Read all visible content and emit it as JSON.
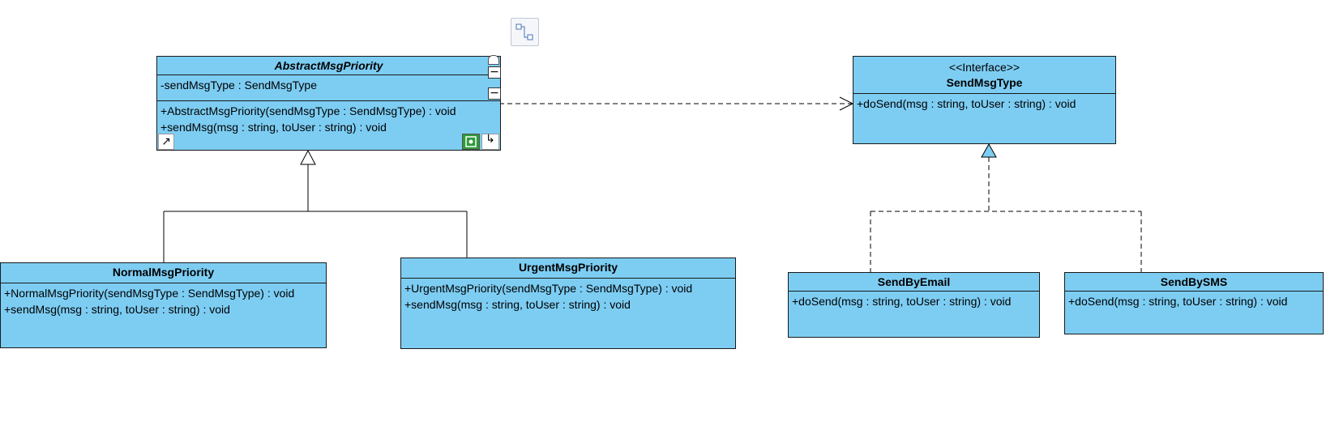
{
  "classes": {
    "abstract_msg_priority": {
      "name": "AbstractMsgPriority",
      "attributes": [
        "-sendMsgType : SendMsgType"
      ],
      "operations": [
        "+AbstractMsgPriority(sendMsgType : SendMsgType) : void",
        "+sendMsg(msg : string, toUser : string) : void"
      ]
    },
    "normal_msg_priority": {
      "name": "NormalMsgPriority",
      "operations": [
        "+NormalMsgPriority(sendMsgType : SendMsgType) : void",
        "+sendMsg(msg : string, toUser : string) : void"
      ]
    },
    "urgent_msg_priority": {
      "name": "UrgentMsgPriority",
      "operations": [
        "+UrgentMsgPriority(sendMsgType : SendMsgType) : void",
        "+sendMsg(msg : string, toUser : string) : void"
      ]
    },
    "send_msg_type": {
      "stereotype": "<<Interface>>",
      "name": "SendMsgType",
      "operations": [
        "+doSend(msg : string, toUser : string) : void"
      ]
    },
    "send_by_email": {
      "name": "SendByEmail",
      "operations": [
        "+doSend(msg : string, toUser : string) : void"
      ]
    },
    "send_by_sms": {
      "name": "SendBySMS",
      "operations": [
        "+doSend(msg : string, toUser : string) : void"
      ]
    }
  },
  "relationships": [
    {
      "type": "dependency",
      "from": "AbstractMsgPriority",
      "to": "SendMsgType"
    },
    {
      "type": "generalization",
      "from": "NormalMsgPriority",
      "to": "AbstractMsgPriority"
    },
    {
      "type": "generalization",
      "from": "UrgentMsgPriority",
      "to": "AbstractMsgPriority"
    },
    {
      "type": "realization",
      "from": "SendByEmail",
      "to": "SendMsgType"
    },
    {
      "type": "realization",
      "from": "SendBySMS",
      "to": "SendMsgType"
    }
  ],
  "icons": {
    "collapse_attributes": "minus-icon",
    "collapse_operations": "minus-icon",
    "lock": "lock-icon",
    "shortcut": "arrow-shortcut-icon",
    "resize": "resize-icon",
    "connector": "connector-icon",
    "toolbar_route": "route-connector-icon"
  },
  "colors": {
    "class_fill": "#7dcdf3",
    "class_border": "#1a1a1a",
    "connector": "#000000",
    "background": "#ffffff"
  }
}
